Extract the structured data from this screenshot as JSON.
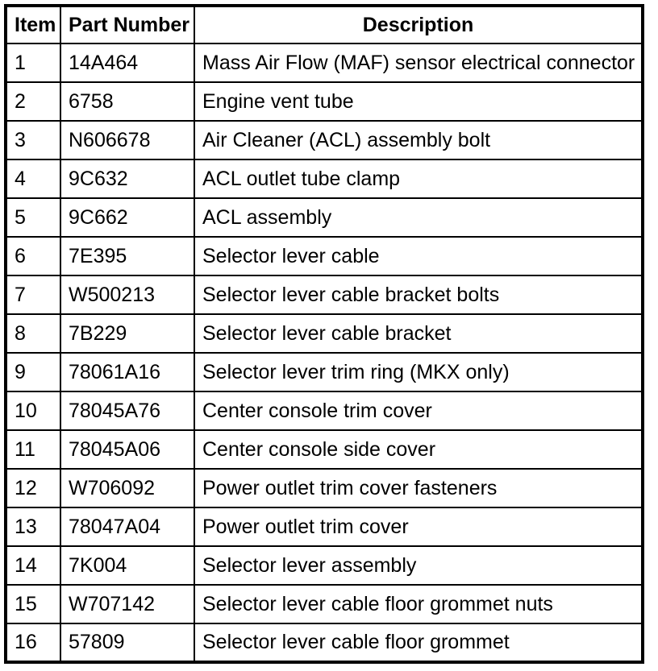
{
  "table": {
    "columns": [
      {
        "label": "Item"
      },
      {
        "label": "Part Number"
      },
      {
        "label": "Description"
      }
    ],
    "rows": [
      {
        "item": "1",
        "part_number": "14A464",
        "description": "Mass Air Flow (MAF) sensor electrical connector"
      },
      {
        "item": "2",
        "part_number": "6758",
        "description": "Engine vent tube"
      },
      {
        "item": "3",
        "part_number": "N606678",
        "description": "Air Cleaner (ACL) assembly bolt"
      },
      {
        "item": "4",
        "part_number": "9C632",
        "description": "ACL outlet tube clamp"
      },
      {
        "item": "5",
        "part_number": "9C662",
        "description": "ACL assembly"
      },
      {
        "item": "6",
        "part_number": "7E395",
        "description": "Selector lever cable"
      },
      {
        "item": "7",
        "part_number": "W500213",
        "description": "Selector lever cable bracket bolts"
      },
      {
        "item": "8",
        "part_number": "7B229",
        "description": "Selector lever cable bracket"
      },
      {
        "item": "9",
        "part_number": "78061A16",
        "description": "Selector lever trim ring (MKX only)"
      },
      {
        "item": "10",
        "part_number": "78045A76",
        "description": "Center console trim cover"
      },
      {
        "item": "11",
        "part_number": "78045A06",
        "description": "Center console side cover"
      },
      {
        "item": "12",
        "part_number": "W706092",
        "description": "Power outlet trim cover fasteners"
      },
      {
        "item": "13",
        "part_number": "78047A04",
        "description": "Power outlet trim cover"
      },
      {
        "item": "14",
        "part_number": "7K004",
        "description": "Selector lever assembly"
      },
      {
        "item": "15",
        "part_number": "W707142",
        "description": "Selector lever cable floor grommet nuts"
      },
      {
        "item": "16",
        "part_number": "57809",
        "description": "Selector lever cable floor grommet"
      }
    ],
    "colors": {
      "border": "#000000",
      "background": "#ffffff",
      "text": "#000000"
    }
  }
}
